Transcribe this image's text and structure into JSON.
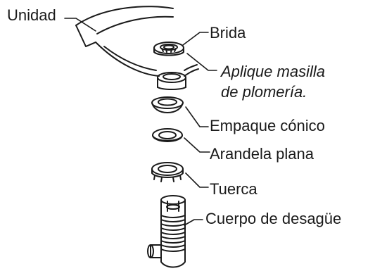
{
  "labels": {
    "unit": "Unidad",
    "flange": "Brida",
    "putty_line1": "Aplique masilla",
    "putty_line2": "de plomería.",
    "cone_gasket": "Empaque cónico",
    "flat_washer": "Arandela plana",
    "nut": "Tuerca",
    "drain_body": "Cuerpo de desagüe"
  },
  "colors": {
    "ink": "#1a1a1a",
    "paper": "#ffffff"
  }
}
